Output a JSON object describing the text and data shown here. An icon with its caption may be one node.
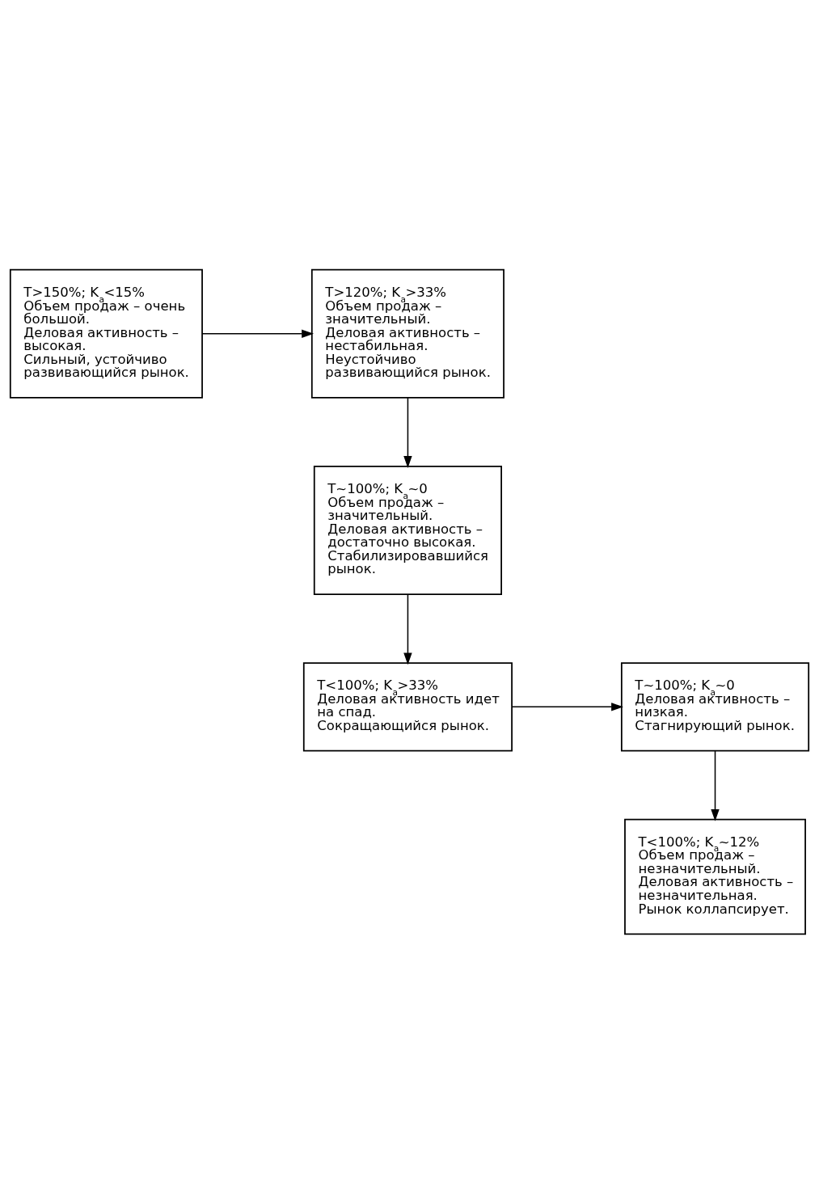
{
  "diagram": {
    "nodes": [
      {
        "text": [
          "T>150%; K$_{а}$<15%",
          "Объем продаж – очень большой.",
          "Деловая активность – высокая.",
          "Сильный, устойчиво развивающийся рынок."
        ]
      },
      {
        "text": [
          "T>120%; K$_{а}$>33%",
          "Объем продаж – значительный.",
          "Деловая активность – нестабильная.",
          "Неустойчиво развивающийся рынок."
        ]
      },
      {
        "text": [
          "T~100%; K$_{а}$~0",
          "Объем продаж – значительный.",
          "Деловая активность – достаточно высокая.",
          "Стабилизировавшийся рынок."
        ]
      },
      {
        "text": [
          "T<100%; K$_{а}$>33%",
          "Деловая активность идет на спад.",
          "Сокращающийся рынок."
        ]
      },
      {
        "text": [
          "T~100%; K$_{а}$~0",
          "Деловая активность – низкая.",
          "Стагнирующий рынок."
        ]
      },
      {
        "text": [
          "T<100%; K$_{а}$~12%",
          "Объем продаж – незначительный.",
          "Деловая активность – незначительная.",
          "Рынок коллапсирует."
        ]
      }
    ],
    "edges": [
      {
        "from": 0,
        "to": 1,
        "arrow": "to"
      },
      {
        "from": 1,
        "to": 2,
        "arrow": "to"
      },
      {
        "from": 2,
        "to": 3,
        "arrow": "to"
      },
      {
        "from": 3,
        "to": 4,
        "arrow": "to"
      },
      {
        "from": 4,
        "to": 5,
        "arrow": "to"
      }
    ]
  }
}
